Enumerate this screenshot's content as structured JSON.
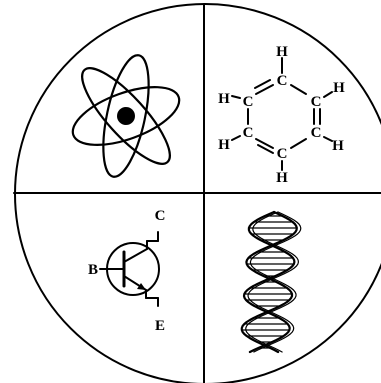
{
  "benzene": {
    "atoms": [
      {
        "id": "h_top",
        "symbol": "H"
      },
      {
        "id": "c_top",
        "symbol": "C"
      },
      {
        "id": "h_left_top",
        "symbol": "H"
      },
      {
        "id": "c_left_top",
        "symbol": "C"
      },
      {
        "id": "c_right_top",
        "symbol": "C"
      },
      {
        "id": "h_right_top",
        "symbol": "H"
      },
      {
        "id": "h_left_bottom",
        "symbol": "H"
      },
      {
        "id": "c_left_bottom",
        "symbol": "C"
      },
      {
        "id": "c_right_bottom",
        "symbol": "C"
      },
      {
        "id": "h_right_bottom",
        "symbol": "H"
      },
      {
        "id": "c_bottom",
        "symbol": "C"
      },
      {
        "id": "h_bottom",
        "symbol": "H"
      }
    ]
  },
  "transistor": {
    "collector": "C",
    "base": "B",
    "emitter": "E"
  }
}
